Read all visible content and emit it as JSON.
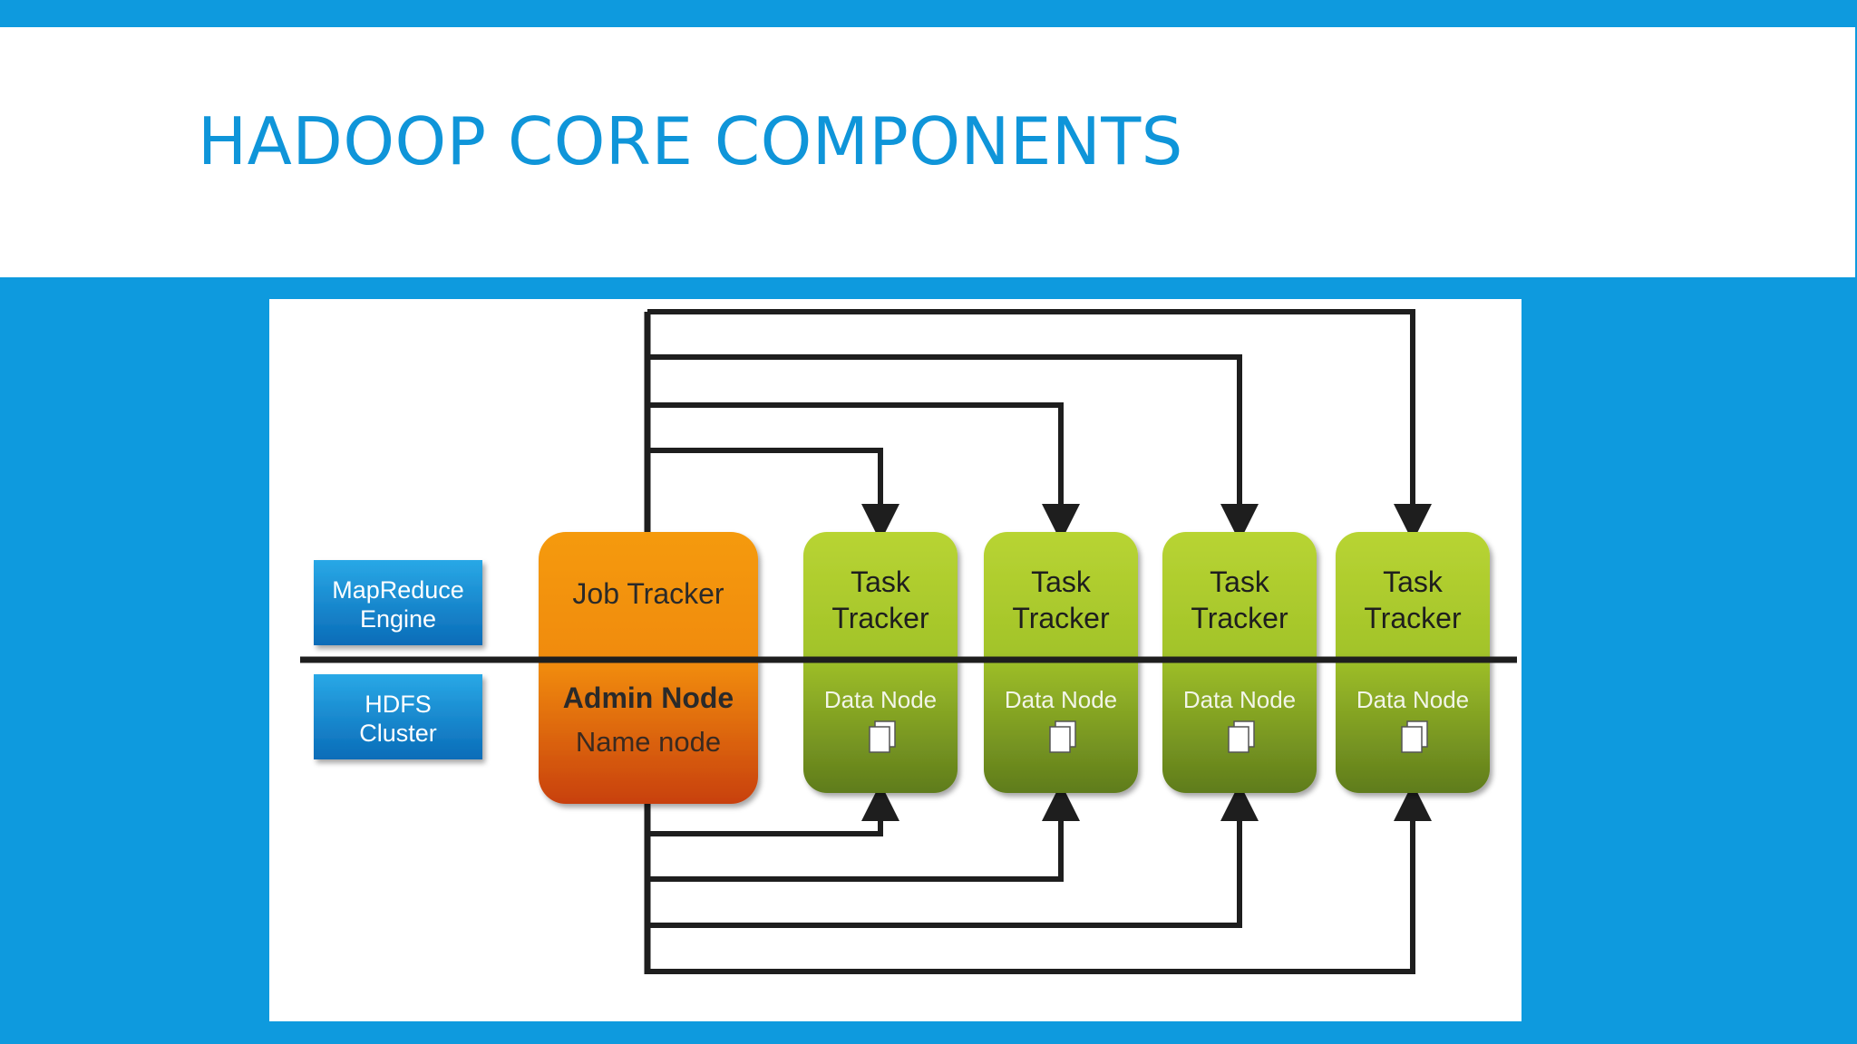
{
  "slide": {
    "title": "HADOOP CORE COMPONENTS"
  },
  "diagram": {
    "layers": [
      {
        "id": "mapreduce",
        "label_lines": [
          "MapReduce",
          "Engine"
        ]
      },
      {
        "id": "hdfs",
        "label_lines": [
          "HDFS",
          "Cluster"
        ]
      }
    ],
    "admin_node": {
      "top_label": "Job Tracker",
      "bottom_title": "Admin Node",
      "bottom_subtitle": "Name node"
    },
    "worker_nodes": [
      {
        "top_lines": [
          "Task",
          "Tracker"
        ],
        "bottom_label": "Data Node"
      },
      {
        "top_lines": [
          "Task",
          "Tracker"
        ],
        "bottom_label": "Data Node"
      },
      {
        "top_lines": [
          "Task",
          "Tracker"
        ],
        "bottom_label": "Data Node"
      },
      {
        "top_lines": [
          "Task",
          "Tracker"
        ],
        "bottom_label": "Data Node"
      }
    ],
    "colors": {
      "background": "#0e9ade",
      "title": "#0f95d9",
      "layer_box_top": "#29a8e6",
      "layer_box_bottom": "#0a6cb8",
      "admin_top": "#f59a10",
      "admin_bottom": "#c8400c",
      "worker_top": "#b8d432",
      "worker_bottom": "#5f7c1c",
      "lines": "#1e1e1e"
    }
  }
}
